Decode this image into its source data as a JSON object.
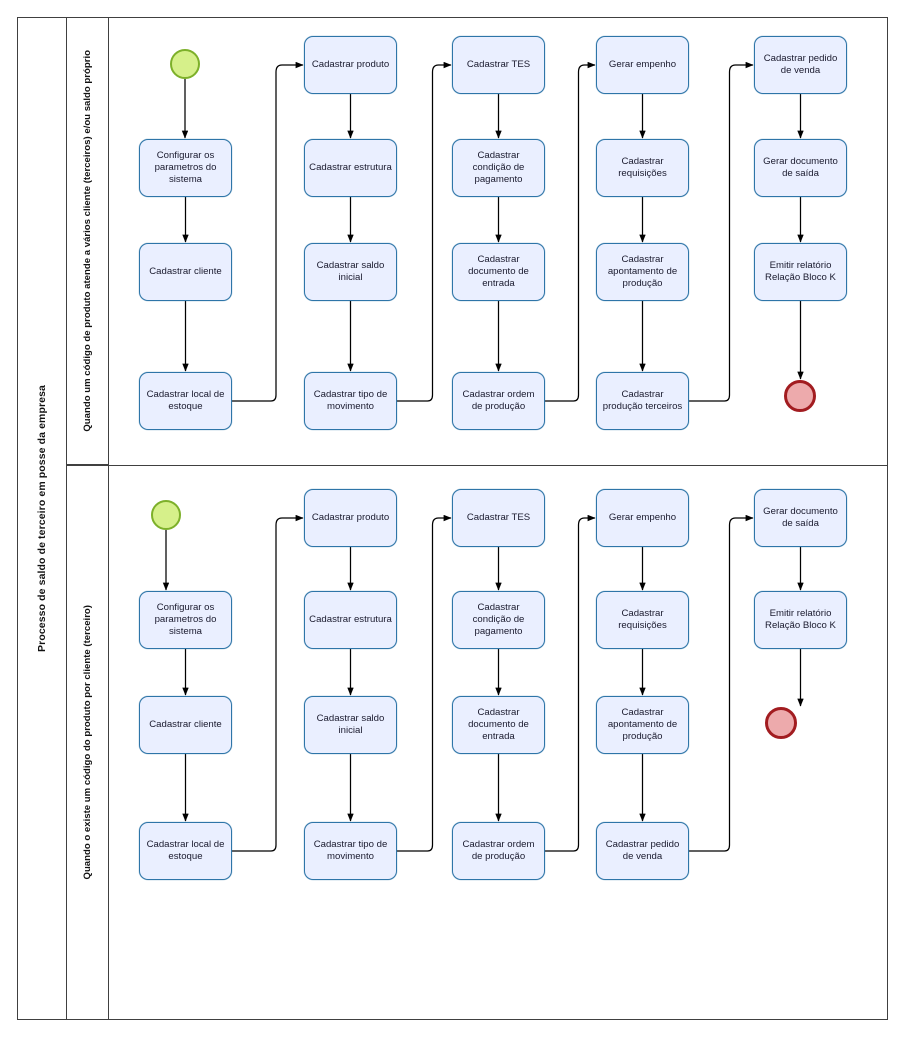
{
  "pool": {
    "title": "Processo de saldo de terceiro em posse da empresa"
  },
  "lanes": [
    {
      "id": "lane-1",
      "label": "Quando um código de produto atende a vários cliente (terceiros) e/ou saldo próprio"
    },
    {
      "id": "lane-2",
      "label": "Quando o existe um código do produto por cliente (terceiro)"
    }
  ],
  "colors": {
    "task_fill": "#eaefff",
    "task_border": "#2e75a8",
    "start_fill": "#d6f08a",
    "start_border": "#7db02a",
    "end_fill": "#edaaac",
    "end_border": "#a21c20",
    "frame": "#404040",
    "connector": "#000000"
  },
  "lane1": {
    "start_event": "start-event",
    "end_event": "end-event",
    "columns": [
      {
        "tasks": [
          "Configurar os parametros do sistema",
          "Cadastrar cliente",
          "Cadastrar local de estoque"
        ]
      },
      {
        "tasks": [
          "Cadastrar produto",
          "Cadastrar estrutura",
          "Cadastrar saldo inicial",
          "Cadastrar tipo de movimento"
        ]
      },
      {
        "tasks": [
          "Cadastrar TES",
          "Cadastrar condição de pagamento",
          "Cadastrar documento de entrada",
          "Cadastrar ordem de produção"
        ]
      },
      {
        "tasks": [
          "Gerar empenho",
          "Cadastrar requisições",
          "Cadastrar apontamento de produção",
          "Cadastrar produção terceiros"
        ]
      },
      {
        "tasks": [
          "Cadastrar pedido de venda",
          "Gerar documento de saída",
          "Emitir relatório Relação Bloco K"
        ]
      }
    ]
  },
  "lane2": {
    "start_event": "start-event",
    "end_event": "end-event",
    "columns": [
      {
        "tasks": [
          "Configurar os parametros do sistema",
          "Cadastrar cliente",
          "Cadastrar local de estoque"
        ]
      },
      {
        "tasks": [
          "Cadastrar produto",
          "Cadastrar estrutura",
          "Cadastrar saldo inicial",
          "Cadastrar tipo de movimento"
        ]
      },
      {
        "tasks": [
          "Cadastrar TES",
          "Cadastrar condição de pagamento",
          "Cadastrar documento de entrada",
          "Cadastrar ordem de produção"
        ]
      },
      {
        "tasks": [
          "Gerar empenho",
          "Cadastrar requisições",
          "Cadastrar apontamento de produção",
          "Cadastrar pedido de venda"
        ]
      },
      {
        "tasks": [
          "Gerar documento de saída",
          "Emitir relatório Relação Bloco K"
        ]
      }
    ]
  }
}
